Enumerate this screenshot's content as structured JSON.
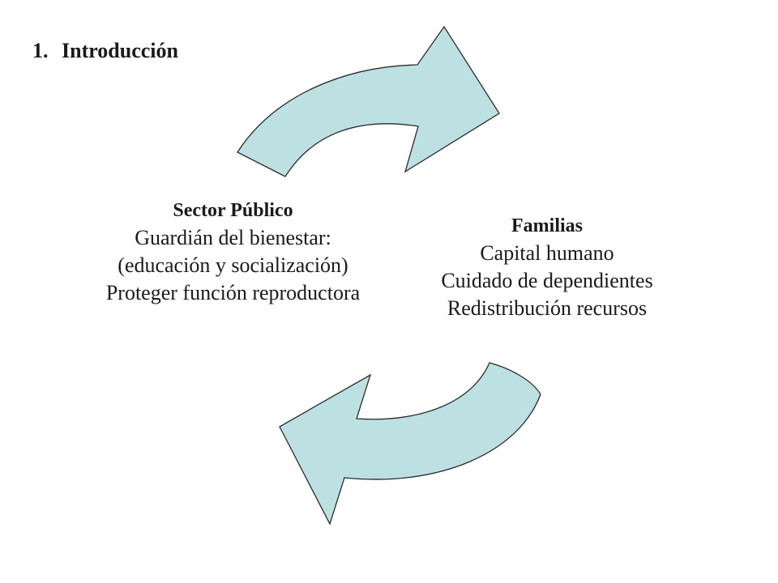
{
  "title": {
    "number": "1.",
    "text": "Introducción"
  },
  "colors": {
    "arrow_fill": "#bde0e3",
    "arrow_stroke": "#2b2b2b",
    "text": "#1a1a1a"
  },
  "nodes": {
    "public": {
      "title": "Sector Público",
      "lines": [
        "Guardián del bienestar:",
        "(educación y socialización)",
        "Proteger función reproductora"
      ]
    },
    "family": {
      "title": "Familias",
      "lines": [
        "Capital humano",
        "Cuidado de dependientes",
        "Redistribución recursos"
      ]
    }
  }
}
